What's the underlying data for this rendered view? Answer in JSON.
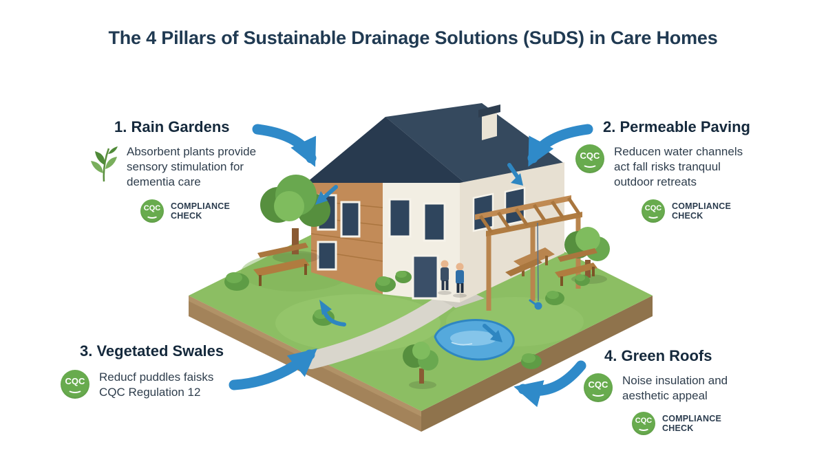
{
  "title": "The 4 Pillars of Sustainable Drainage Solutions (SuDS) in Care Homes",
  "badge": {
    "cqc": "CQC",
    "compliance_line1": "COMPLIANCE",
    "compliance_line2": "CHECK"
  },
  "sections": [
    {
      "heading": "1. Rain Gardens",
      "description": "Absorbent plants provide sensory stimulation for dementia care",
      "icon": "plant-sprig",
      "compliance_check": true
    },
    {
      "heading": "2. Permeable Paving",
      "description": "Reducen water channels act fall risks tranquul outdoor retreats",
      "icon": "cqc-badge",
      "compliance_check": true
    },
    {
      "heading": "3. Vegetated Swales",
      "description": "Reducf puddles faisks CQC Regulation 12",
      "icon": "cqc-badge",
      "compliance_check": false
    },
    {
      "heading": "4. Green Roofs",
      "description": "Noise insulation and aesthetic appeal",
      "icon": "cqc-badge",
      "compliance_check": true
    }
  ],
  "colors": {
    "accent_blue": "#2f8ac9",
    "cqc_green": "#68ab4e",
    "heading_navy": "#15293c",
    "roof_dark": "#283a4f",
    "grass_green": "#8cbe63"
  }
}
